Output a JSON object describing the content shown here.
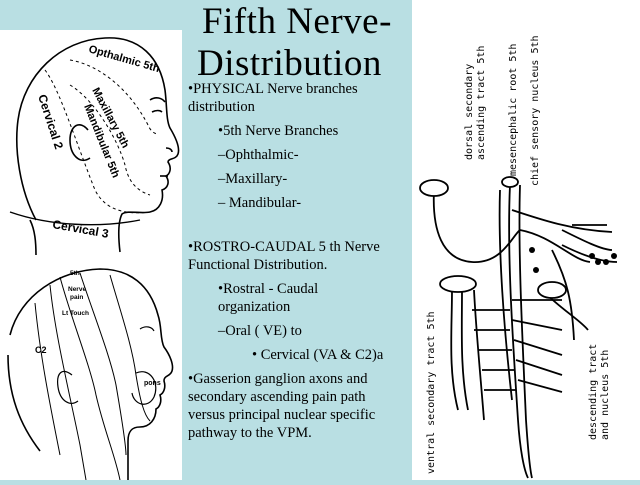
{
  "slide": {
    "title_line1": "Fifth Nerve-",
    "title_line2": "Distribution",
    "bullets": [
      {
        "id": "b1a",
        "text": "•PHYSICAL Nerve branches"
      },
      {
        "id": "b1b",
        "text": "distribution"
      },
      {
        "id": "b2",
        "text": "•5th Nerve Branches"
      },
      {
        "id": "b3",
        "text": "–Ophthalmic-"
      },
      {
        "id": "b4",
        "text": "–Maxillary-"
      },
      {
        "id": "b5",
        "text": "–  Mandibular-"
      },
      {
        "id": "b6a",
        "text": "•ROSTRO-CAUDAL 5 th  Nerve"
      },
      {
        "id": "b6b",
        "text": "Functional Distribution."
      },
      {
        "id": "b7a",
        "text": "•Rostral - Caudal"
      },
      {
        "id": "b7b",
        "text": "organization"
      },
      {
        "id": "b8",
        "text": "–Oral ( VE) to"
      },
      {
        "id": "b9",
        "text": "• Cervical (VA & C2)a"
      },
      {
        "id": "b10a",
        "text": "•Gasserion ganglion axons and"
      },
      {
        "id": "b10b",
        "text": "secondary ascending pain path"
      },
      {
        "id": "b10c",
        "text": "versus principal nuclear specific"
      },
      {
        "id": "b10d",
        "text": "pathway to the VPM."
      }
    ]
  },
  "head_diagram_top": {
    "labels": {
      "ophthalmic": "Opthalmic 5th",
      "maxillary": "Maxillary 5th",
      "mandibular": "Mandibular 5th",
      "cervical2": "Cervical 2",
      "cervical3": "Cervical 3"
    }
  },
  "head_diagram_bottom": {
    "labels": {
      "fifth": "5th",
      "nerve_pain_1": "Nerve",
      "nerve_pain_2": "pain",
      "lt_touch": "Lt Touch",
      "c2": "C2",
      "pons": "pons"
    }
  },
  "brainstem_diagram": {
    "labels": {
      "dorsal_secondary_1": "dorsal secondary",
      "dorsal_secondary_2": "ascending tract 5th",
      "mesencephalic": "mesencephalic root 5th",
      "chief_sensory": "chief sensory nucleus 5th",
      "ventral_secondary": "ventral secondary tract 5th",
      "descending_1": "descending tract",
      "descending_2": "and nucleus 5th"
    }
  },
  "colors": {
    "slide_bg": "#b9dfe3",
    "panel_bg": "#ffffff",
    "ink": "#000000"
  }
}
